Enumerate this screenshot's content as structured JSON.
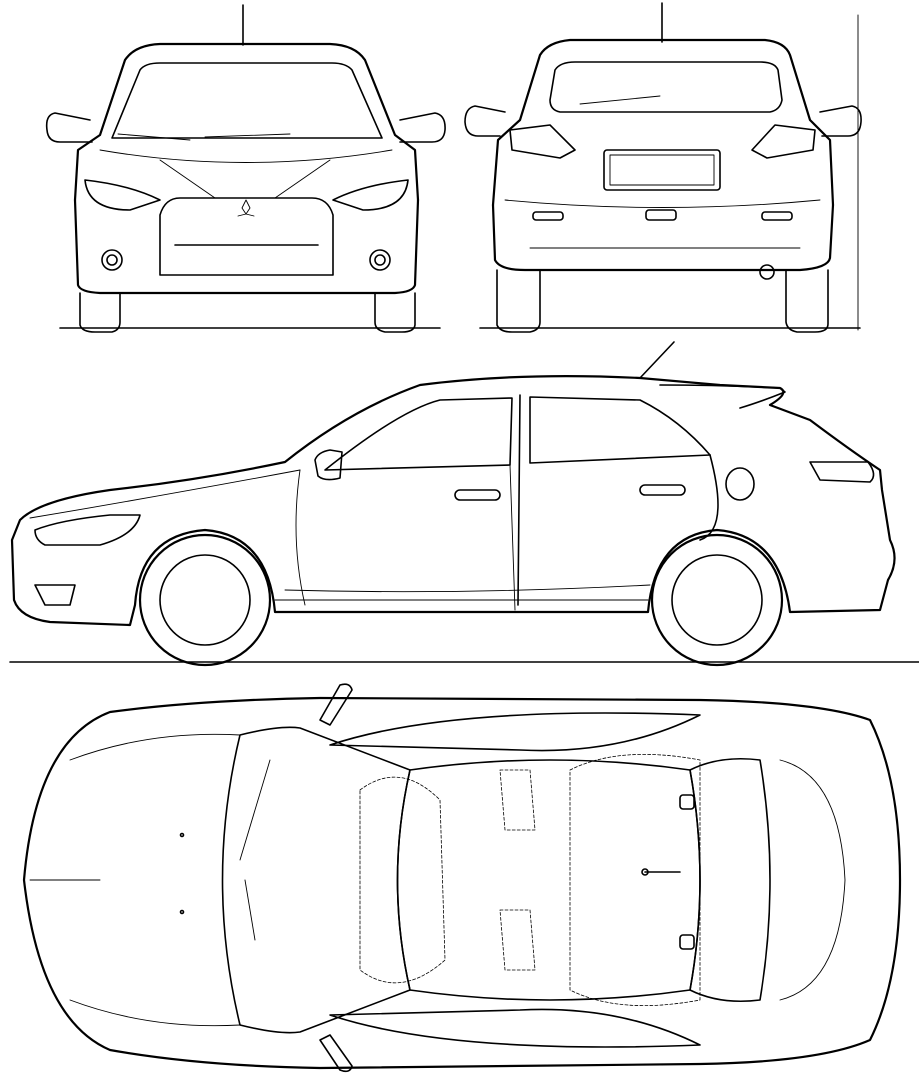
{
  "colors": {
    "stroke": "#000000",
    "background": "#ffffff"
  },
  "views": [
    "front",
    "rear",
    "side",
    "top"
  ]
}
